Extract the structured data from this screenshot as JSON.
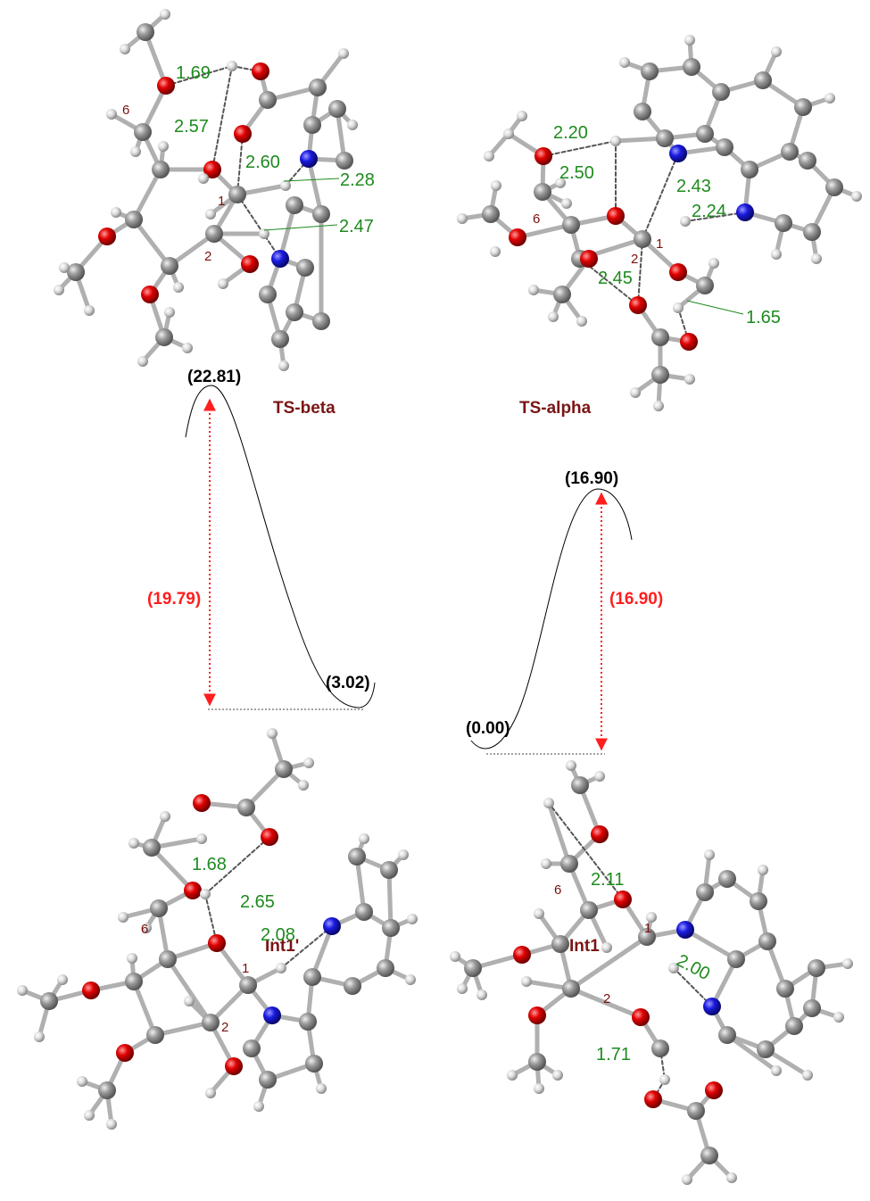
{
  "colors": {
    "carbon": "#8c8c8c",
    "hydrogen": "#dcdcdc",
    "oxygen": "#e00000",
    "nitrogen": "#1a1ae0",
    "bond": "#a8a8a8",
    "distance_text": "#1e8a1e",
    "atom_number_text": "#7a1010",
    "structure_label": "#7a1515",
    "barrier_arrow": "#ff1e1e",
    "curve": "#000000"
  },
  "profile": {
    "energies": {
      "ts_beta": "(22.81)",
      "int1_prime": "(3.02)",
      "ts_alpha": "(16.90)",
      "int1": "(0.00)"
    },
    "barriers": {
      "beta": "(19.79)",
      "alpha": "(16.90)"
    }
  },
  "structures": {
    "ts_beta": {
      "label": "TS-beta",
      "distances": [
        "1.69",
        "2.57",
        "2.60",
        "2.28",
        "2.47"
      ],
      "atom_numbers": [
        "6",
        "1",
        "2"
      ]
    },
    "ts_alpha": {
      "label": "TS-alpha",
      "distances": [
        "2.20",
        "2.50",
        "2.43",
        "2.24",
        "2.45",
        "1.65"
      ],
      "atom_numbers": [
        "6",
        "1",
        "2"
      ]
    },
    "int1_prime": {
      "label": "Int1'",
      "distances": [
        "1.68",
        "2.65",
        "2.08"
      ],
      "atom_numbers": [
        "6",
        "1",
        "2"
      ]
    },
    "int1": {
      "label": "Int1",
      "distances": [
        "2.11",
        "2.00",
        "1.71"
      ],
      "atom_numbers": [
        "6",
        "1",
        "2"
      ]
    }
  }
}
